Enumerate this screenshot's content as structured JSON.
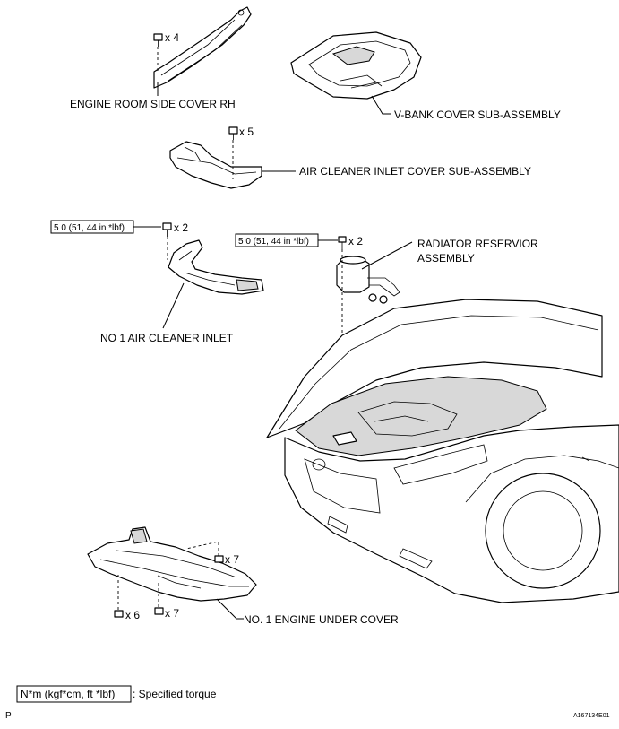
{
  "labels": {
    "engine_room_side_cover": "ENGINE ROOM SIDE COVER RH",
    "v_bank_cover": "V-BANK COVER SUB-ASSEMBLY",
    "air_cleaner_inlet_cover": "AIR CLEANER INLET COVER SUB-ASSEMBLY",
    "no1_air_cleaner_inlet": "NO  1 AIR CLEANER INLET",
    "radiator_reservoir_line1": "RADIATOR RESERVIOR",
    "radiator_reservoir_line2": "ASSEMBLY",
    "no1_engine_under_cover": "NO. 1 ENGINE UNDER COVER"
  },
  "quantities": {
    "side_cover_bolts": "x 4",
    "inlet_cover_bolts": "x 5",
    "air_inlet_bolts": "x 2",
    "reservoir_bolts": "x 2",
    "under_cover_upper": "x 7",
    "under_cover_left": "x 6",
    "under_cover_mid": "x 7"
  },
  "torque": {
    "air_inlet": "5 0 (51, 44 in *lbf)",
    "reservoir": "5 0 (51, 44 in *lbf)"
  },
  "legend": {
    "unit_box": "N*m (kgf*cm, ft *lbf)",
    "description": ": Specified torque"
  },
  "footer": {
    "left_code": "P",
    "figure_id": "A167134E01"
  }
}
